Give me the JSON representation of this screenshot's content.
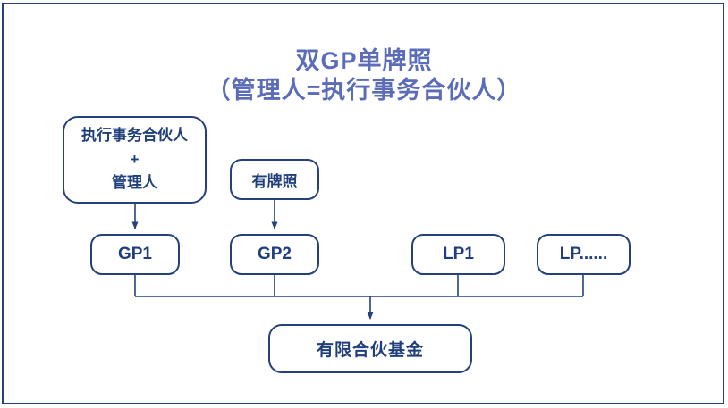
{
  "title": {
    "line1": "双GP单牌照",
    "line2": "（管理人=执行事务合伙人）"
  },
  "nodes": {
    "exec_manager": {
      "line1": "执行事务合伙人",
      "line2": "+",
      "line3": "管理人"
    },
    "licensed": {
      "label": "有牌照"
    },
    "gp1": {
      "label": "GP1"
    },
    "gp2": {
      "label": "GP2"
    },
    "lp1": {
      "label": "LP1"
    },
    "lp_more": {
      "label": "LP......"
    },
    "fund": {
      "label": "有限合伙基金"
    }
  },
  "colors": {
    "title_text": "#5B6CB8",
    "node_border": "#24417C",
    "node_text": "#1F3E7C",
    "connector": "#24417C",
    "frame_border": "#24417C",
    "background": "#FFFFFF"
  }
}
